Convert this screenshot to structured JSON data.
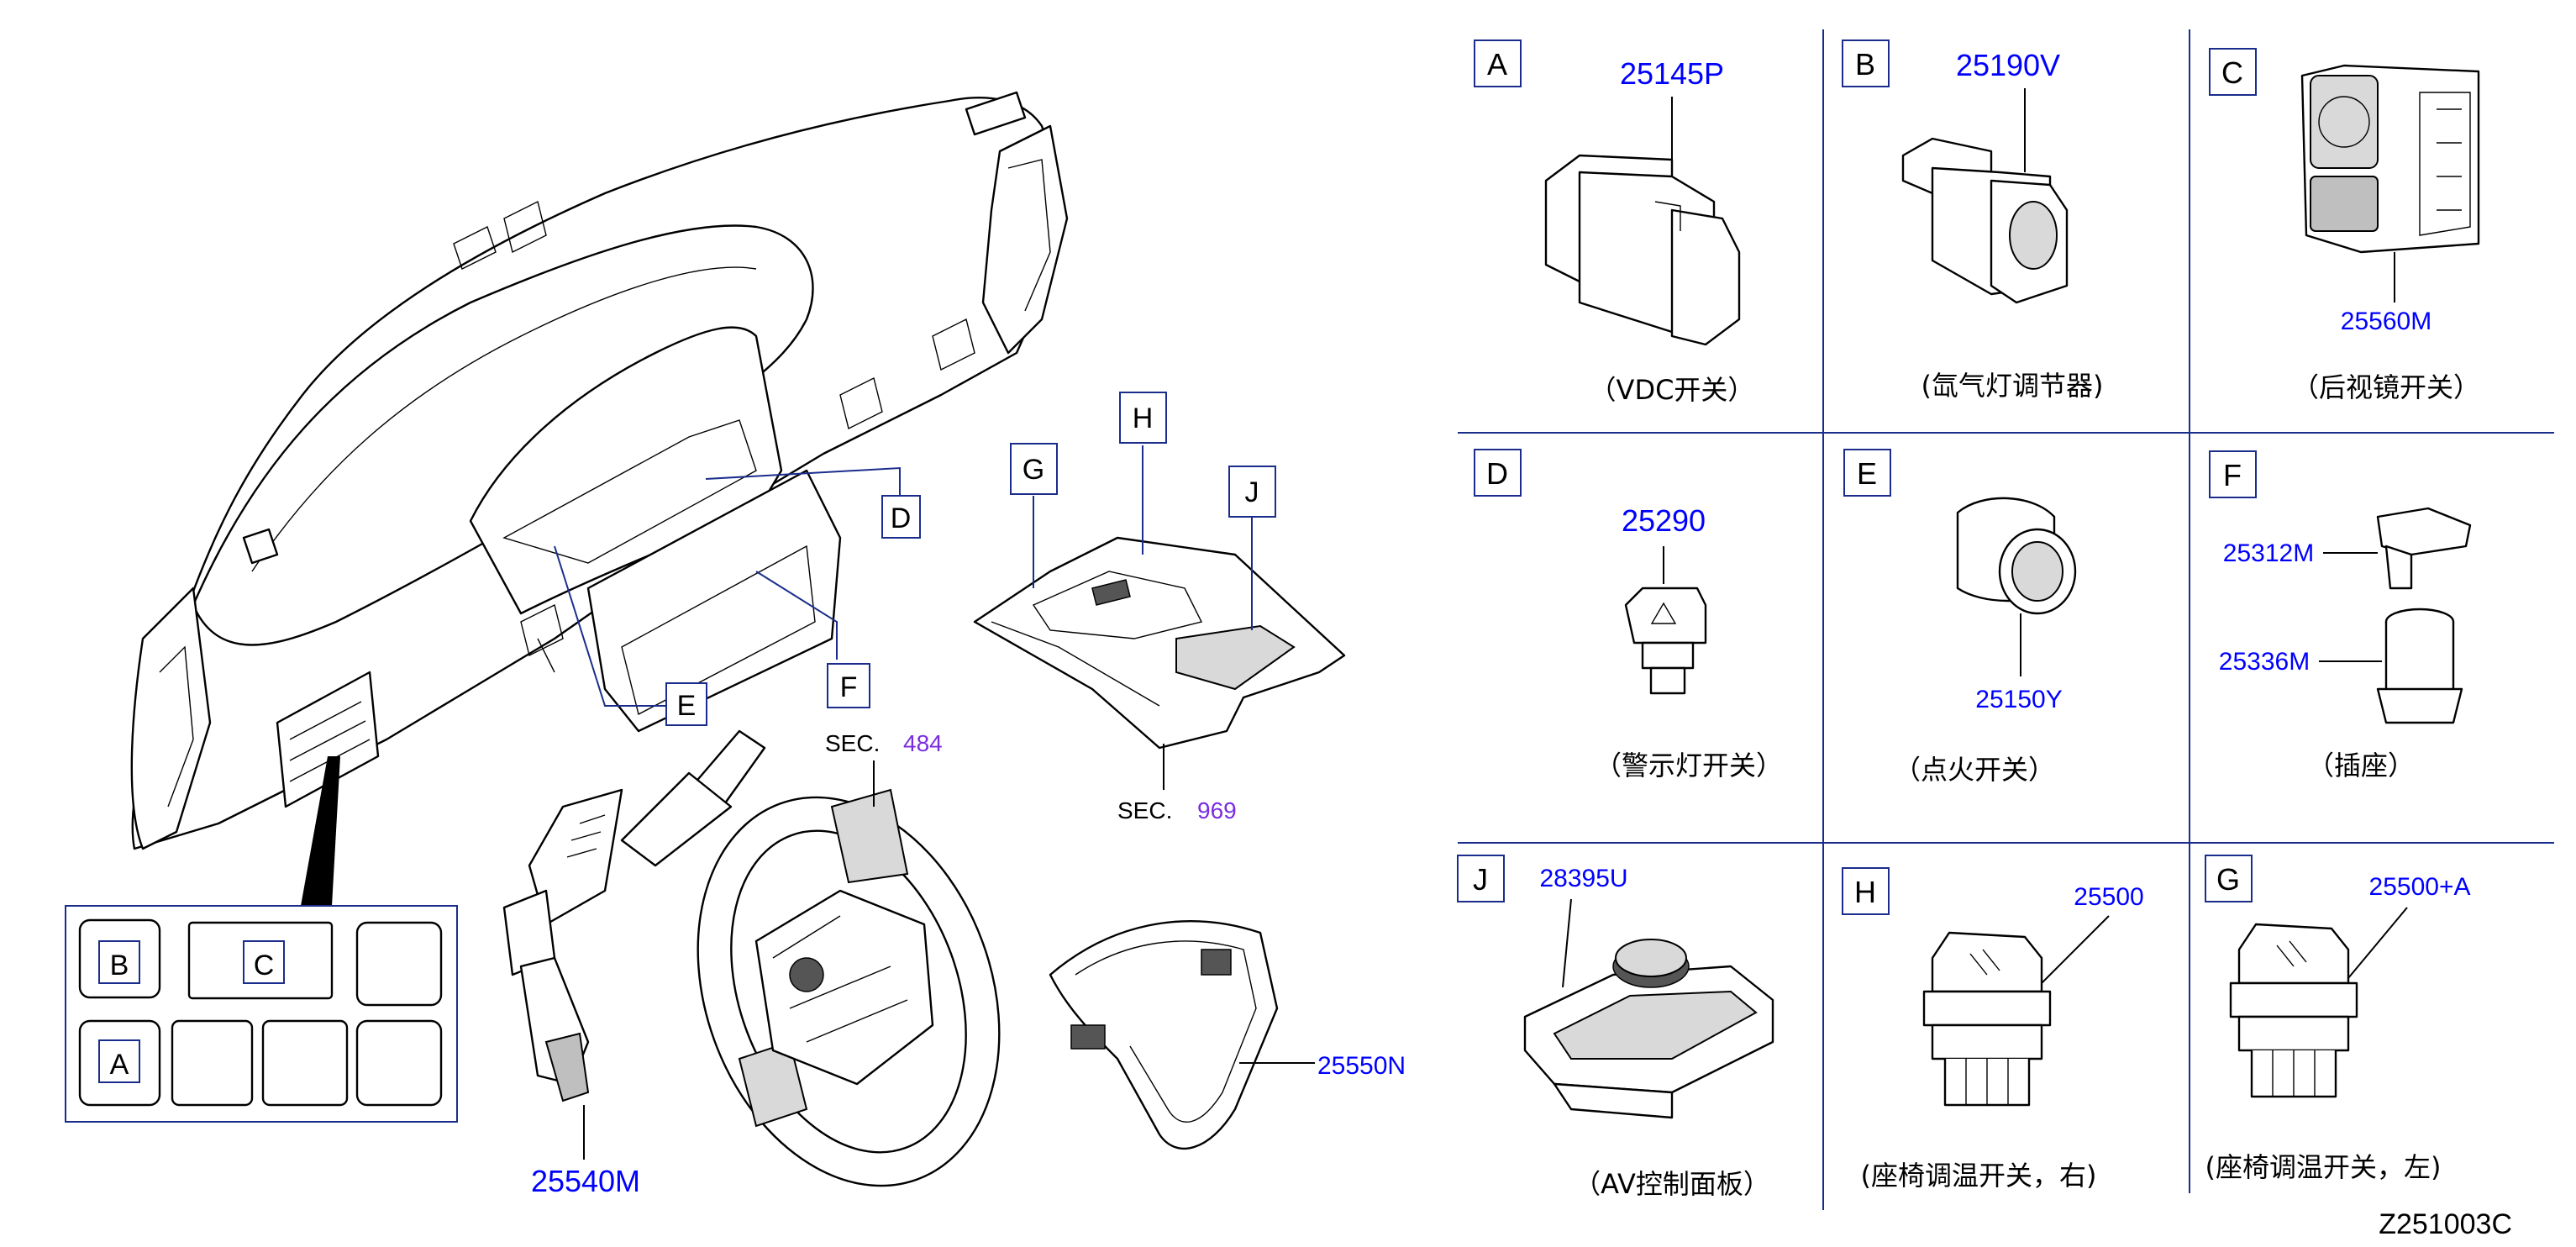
{
  "diagram_id": "Z251003C",
  "overview": {
    "steering_switch_part": "25540M",
    "steering_wheel_switch_part": "25550N",
    "sec_label": "SEC.",
    "sec_484": "484",
    "sec_969": "969",
    "callouts": [
      "D",
      "E",
      "F",
      "G",
      "H",
      "J"
    ]
  },
  "switch_panel": {
    "labels": [
      "B",
      "C",
      "A"
    ]
  },
  "cells": [
    {
      "letter": "A",
      "part": "25145P",
      "caption": "（VDC开关）"
    },
    {
      "letter": "B",
      "part": "25190V",
      "caption": "(氙气灯调节器)"
    },
    {
      "letter": "C",
      "part": "25560M",
      "caption": "（后视镜开关）"
    },
    {
      "letter": "D",
      "part": "25290",
      "caption": "（警示灯开关）"
    },
    {
      "letter": "E",
      "part": "25150Y",
      "caption": "（点火开关）"
    },
    {
      "letter": "F",
      "part": "",
      "caption": "（插座）",
      "parts": [
        "25312M",
        "25336M"
      ]
    },
    {
      "letter": "J",
      "part": "28395U",
      "caption": "（AV控制面板）"
    },
    {
      "letter": "H",
      "part": "25500",
      "caption": "(座椅调温开关，右)"
    },
    {
      "letter": "G",
      "part": "25500+A",
      "caption": "(座椅调温开关，左)"
    }
  ],
  "colors": {
    "part_number": "#0000ff",
    "grid_lines": "#1a2d8c",
    "sec_number": "#7a2ce0"
  }
}
